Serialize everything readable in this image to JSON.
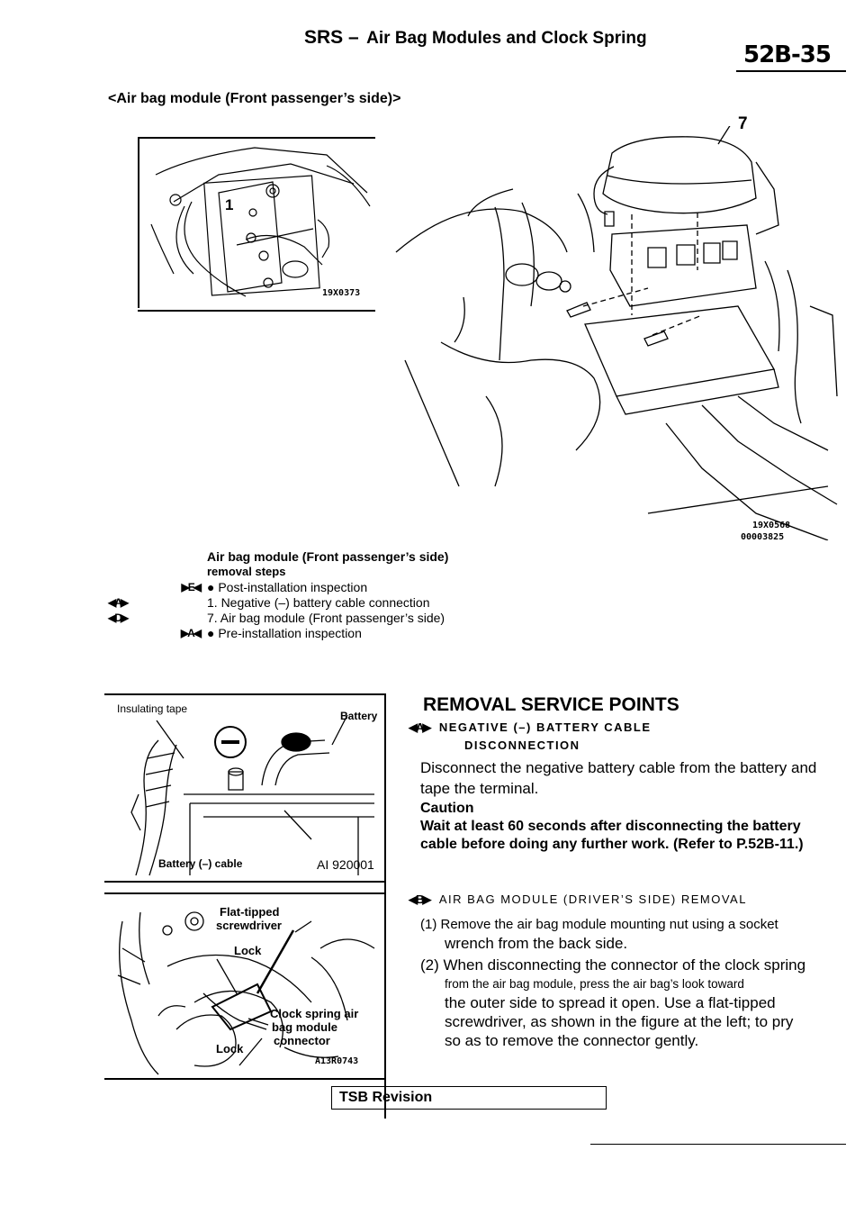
{
  "header": {
    "section": "SRS –",
    "title": "Air Bag Modules and Clock Spring",
    "page_number": "52B-35"
  },
  "subtitle": "<Air bag module (Front passenger’s side)>",
  "figure1": {
    "inset_callout": "1",
    "inset_code": "19X0373",
    "main_callout": "7",
    "main_code": "19X0568",
    "main_code2": "00003825"
  },
  "removal_steps": {
    "title": "Air bag module (Front passenger’s side)",
    "subtitle": "removal steps",
    "items": [
      {
        "marker": "▶E◀",
        "text": "● Post-installation inspection"
      },
      {
        "marker": "◀A▶",
        "text": "1. Negative (–) battery cable connection"
      },
      {
        "marker": "◀D▶",
        "text": "7. Air bag module (Front passenger’s side)"
      },
      {
        "marker": "▶A◀",
        "text": "● Pre-installation inspection"
      }
    ]
  },
  "figure2": {
    "label_tape": "Insulating tape",
    "label_battery": "Battery",
    "label_cable": "Battery (–) cable",
    "code": "AI 920001"
  },
  "figure3": {
    "label_screwdriver_1": "Flat-tipped",
    "label_screwdriver_2": "screwdriver",
    "label_lock_top": "Lock",
    "label_connector_1": "Clock spring air",
    "label_connector_2": "bag module",
    "label_connector_3": "connector",
    "label_lock_bottom": "Lock",
    "code": "A13R0743"
  },
  "service": {
    "heading": "REMOVAL SERVICE POINTS",
    "a_marker": "◀A▶",
    "a_title_1": "NEGATIVE (–) BATTERY CABLE",
    "a_title_2": "DISCONNECTION",
    "a_body": "Disconnect the negative battery cable from the battery and tape the terminal.",
    "caution_label": "Caution",
    "caution_line1": "Wait at least 60 seconds after disconnecting the battery",
    "caution_line2": "cable before doing any further work. (Refer to P.52B-11.)",
    "b_marker": "◀B▶",
    "b_title": "AIR BAG MODULE (DRIVER’S SIDE) REMOVAL",
    "step1_line1": "(1) Remove the air bag module mounting nut using a socket",
    "step1_line2": "wrench from the back side.",
    "step2_line1": "(2) When disconnecting the connector of the clock spring",
    "step2_line2": "from the air bag module, press the air bag’s look toward",
    "step2_line3": "the outer side to spread it open. Use a flat-tipped",
    "step2_line4": "screwdriver, as shown in the figure at the left; to pry",
    "step2_line5": "so as to remove the connector gently."
  },
  "footer": {
    "tsb": "TSB Revision"
  }
}
